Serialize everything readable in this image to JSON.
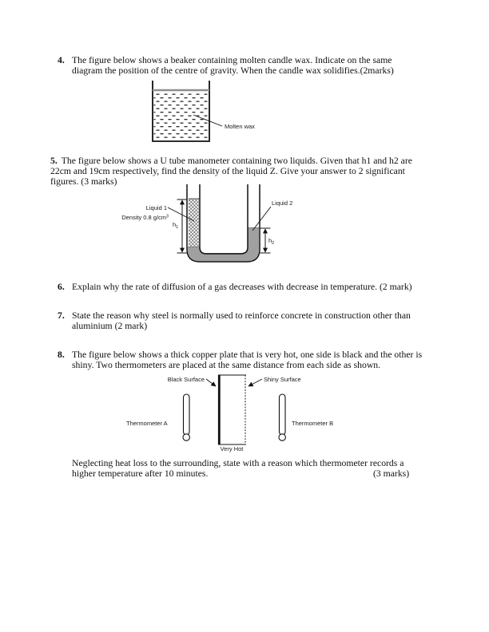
{
  "q4": {
    "number": "4.",
    "lines": [
      "The figure below shows a beaker containing molten candle wax. Indicate on the same",
      "diagram the position of the centre of gravity. When the candle wax solidifies.(2marks)"
    ]
  },
  "beaker_figure": {
    "molten_wax_label": "Molten wax"
  },
  "q5": {
    "number": "5.",
    "lines": [
      "The figure below shows a U tube manometer containing two liquids. Given that h1 and h2 are",
      "22cm and 19cm respectively, find the density of the liquid Z. Give your answer to 2 significant",
      "figures. (3 marks)"
    ]
  },
  "utube_figure": {
    "liquid1_label": "Liquid 1",
    "density_label": "Density 0.8 g/cm",
    "density_sup": "3",
    "h1_base": "h",
    "h1_sub": "1",
    "h2_base": "h",
    "h2_sub": "2",
    "liquid2_label": "Liquid 2"
  },
  "q6": {
    "number": "6.",
    "lines": [
      "Explain why the rate of diffusion of a gas decreases with decrease in temperature. (2 mark)"
    ]
  },
  "q7": {
    "number": "7.",
    "lines": [
      "State the reason why steel is normally used to reinforce concrete in construction other than",
      "aluminium (2 mark)"
    ]
  },
  "q8": {
    "number": "8.",
    "lines": [
      "The figure below shows a thick copper plate that is very hot, one side is black and the other is",
      "shiny. Two thermometers are placed at the same distance from each side as shown."
    ]
  },
  "plate_figure": {
    "black_surface_label": "Black Surface",
    "shiny_surface_label": "Shiny Surface",
    "thermometer_a_label": "Thermometer A",
    "thermometer_b_label": "Thermometer B",
    "very_hot_label": "Very Hot"
  },
  "closing": {
    "lines": [
      "Neglecting heat loss to the surrounding, state with a reason which thermometer records a",
      "higher temperature after 10 minutes."
    ],
    "marks": "(3 marks)"
  },
  "colors": {
    "liquid_gray": "#a0a0a0",
    "wax_surface_gray": "#8f8f8f",
    "ink": "#1a1a1a"
  }
}
